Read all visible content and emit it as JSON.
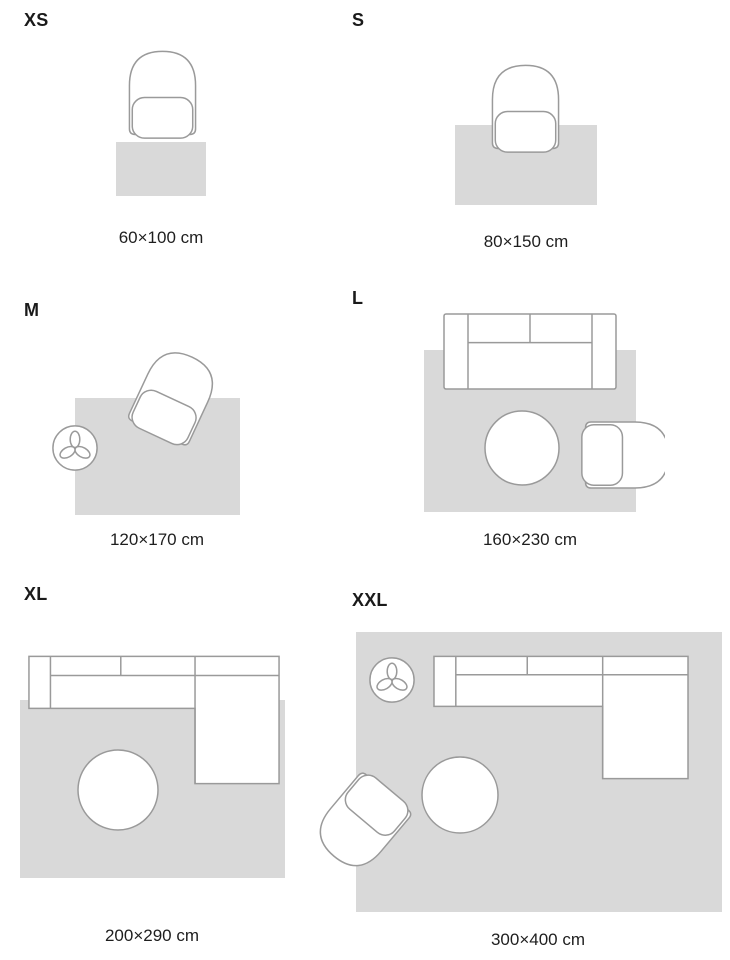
{
  "colors": {
    "rug_fill": "#d9d9d9",
    "furniture_fill": "#ffffff",
    "furniture_outline": "#9a9a9a",
    "text": "#1a1a1a"
  },
  "sizes": [
    {
      "code": "XS",
      "dimensions": "60×100 cm"
    },
    {
      "code": "S",
      "dimensions": "80×150 cm"
    },
    {
      "code": "M",
      "dimensions": "120×170 cm"
    },
    {
      "code": "L",
      "dimensions": "160×230 cm"
    },
    {
      "code": "XL",
      "dimensions": "200×290 cm"
    },
    {
      "code": "XXL",
      "dimensions": "300×400 cm"
    }
  ]
}
